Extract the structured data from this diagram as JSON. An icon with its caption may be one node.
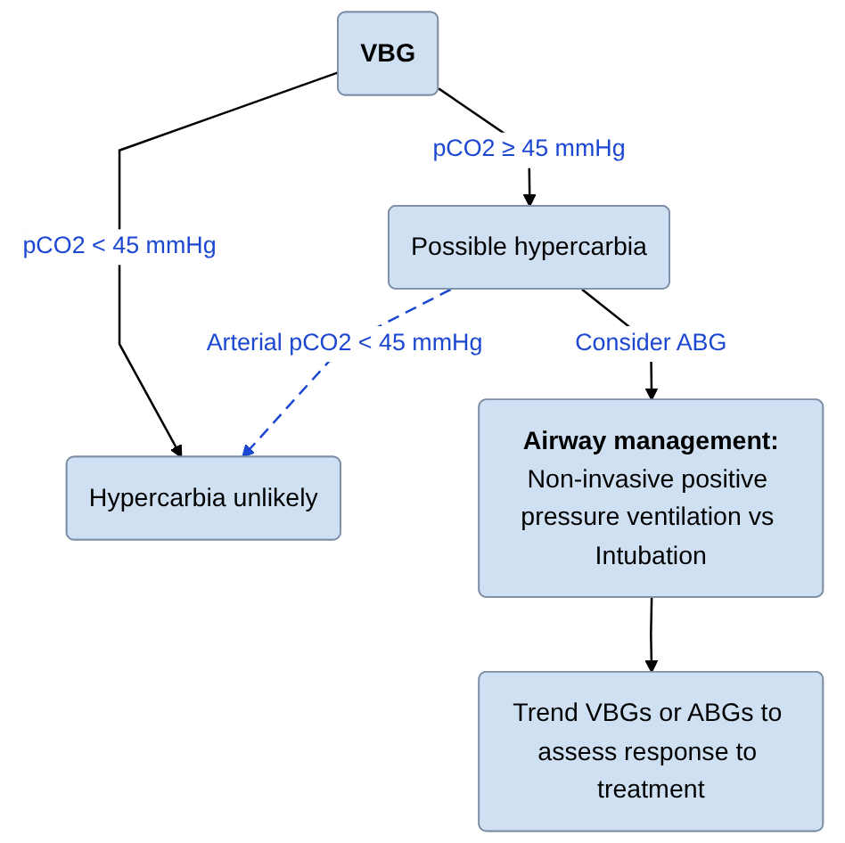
{
  "diagram": {
    "nodes": [
      {
        "text": [
          "VBG"
        ]
      },
      {
        "text": [
          "Hypercarbia unlikely"
        ]
      },
      {
        "text": [
          "Possible hypercarbia"
        ]
      },
      {
        "text": [
          "Airway management:",
          "Non-invasive positive pressure ventilation vs Intubation"
        ]
      },
      {
        "text": [
          "Trend VBGs or ABGs to assess response to treatment"
        ]
      }
    ],
    "edges": [
      {
        "from": 0,
        "to": 1,
        "arrow": "to",
        "label": "pCO2 < 45 mmHg"
      },
      {
        "from": 0,
        "to": 2,
        "arrow": "to",
        "label": "pCO2 ≥ 45 mmHg"
      },
      {
        "from": 2,
        "to": 3,
        "arrow": "to",
        "label": "Consider ABG"
      },
      {
        "from": 2,
        "to": 1,
        "arrow": "to",
        "label": "Arterial pCO2 < 45 mmHg",
        "style": "dashed",
        "color": "#1c47d1"
      },
      {
        "from": 3,
        "to": 4,
        "arrow": "to"
      }
    ]
  }
}
